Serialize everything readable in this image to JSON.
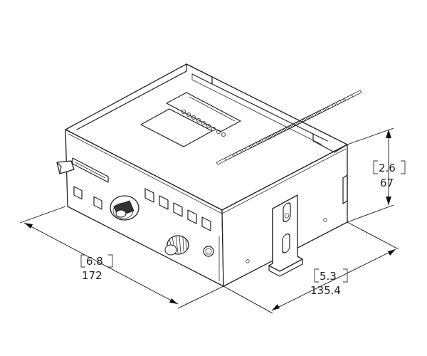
{
  "dimensions": {
    "length": {
      "inches": "6.8",
      "mm": "172"
    },
    "depth": {
      "inches": "5.3",
      "mm": "135.4"
    },
    "height": {
      "inches": "2.6",
      "mm": "67"
    }
  }
}
